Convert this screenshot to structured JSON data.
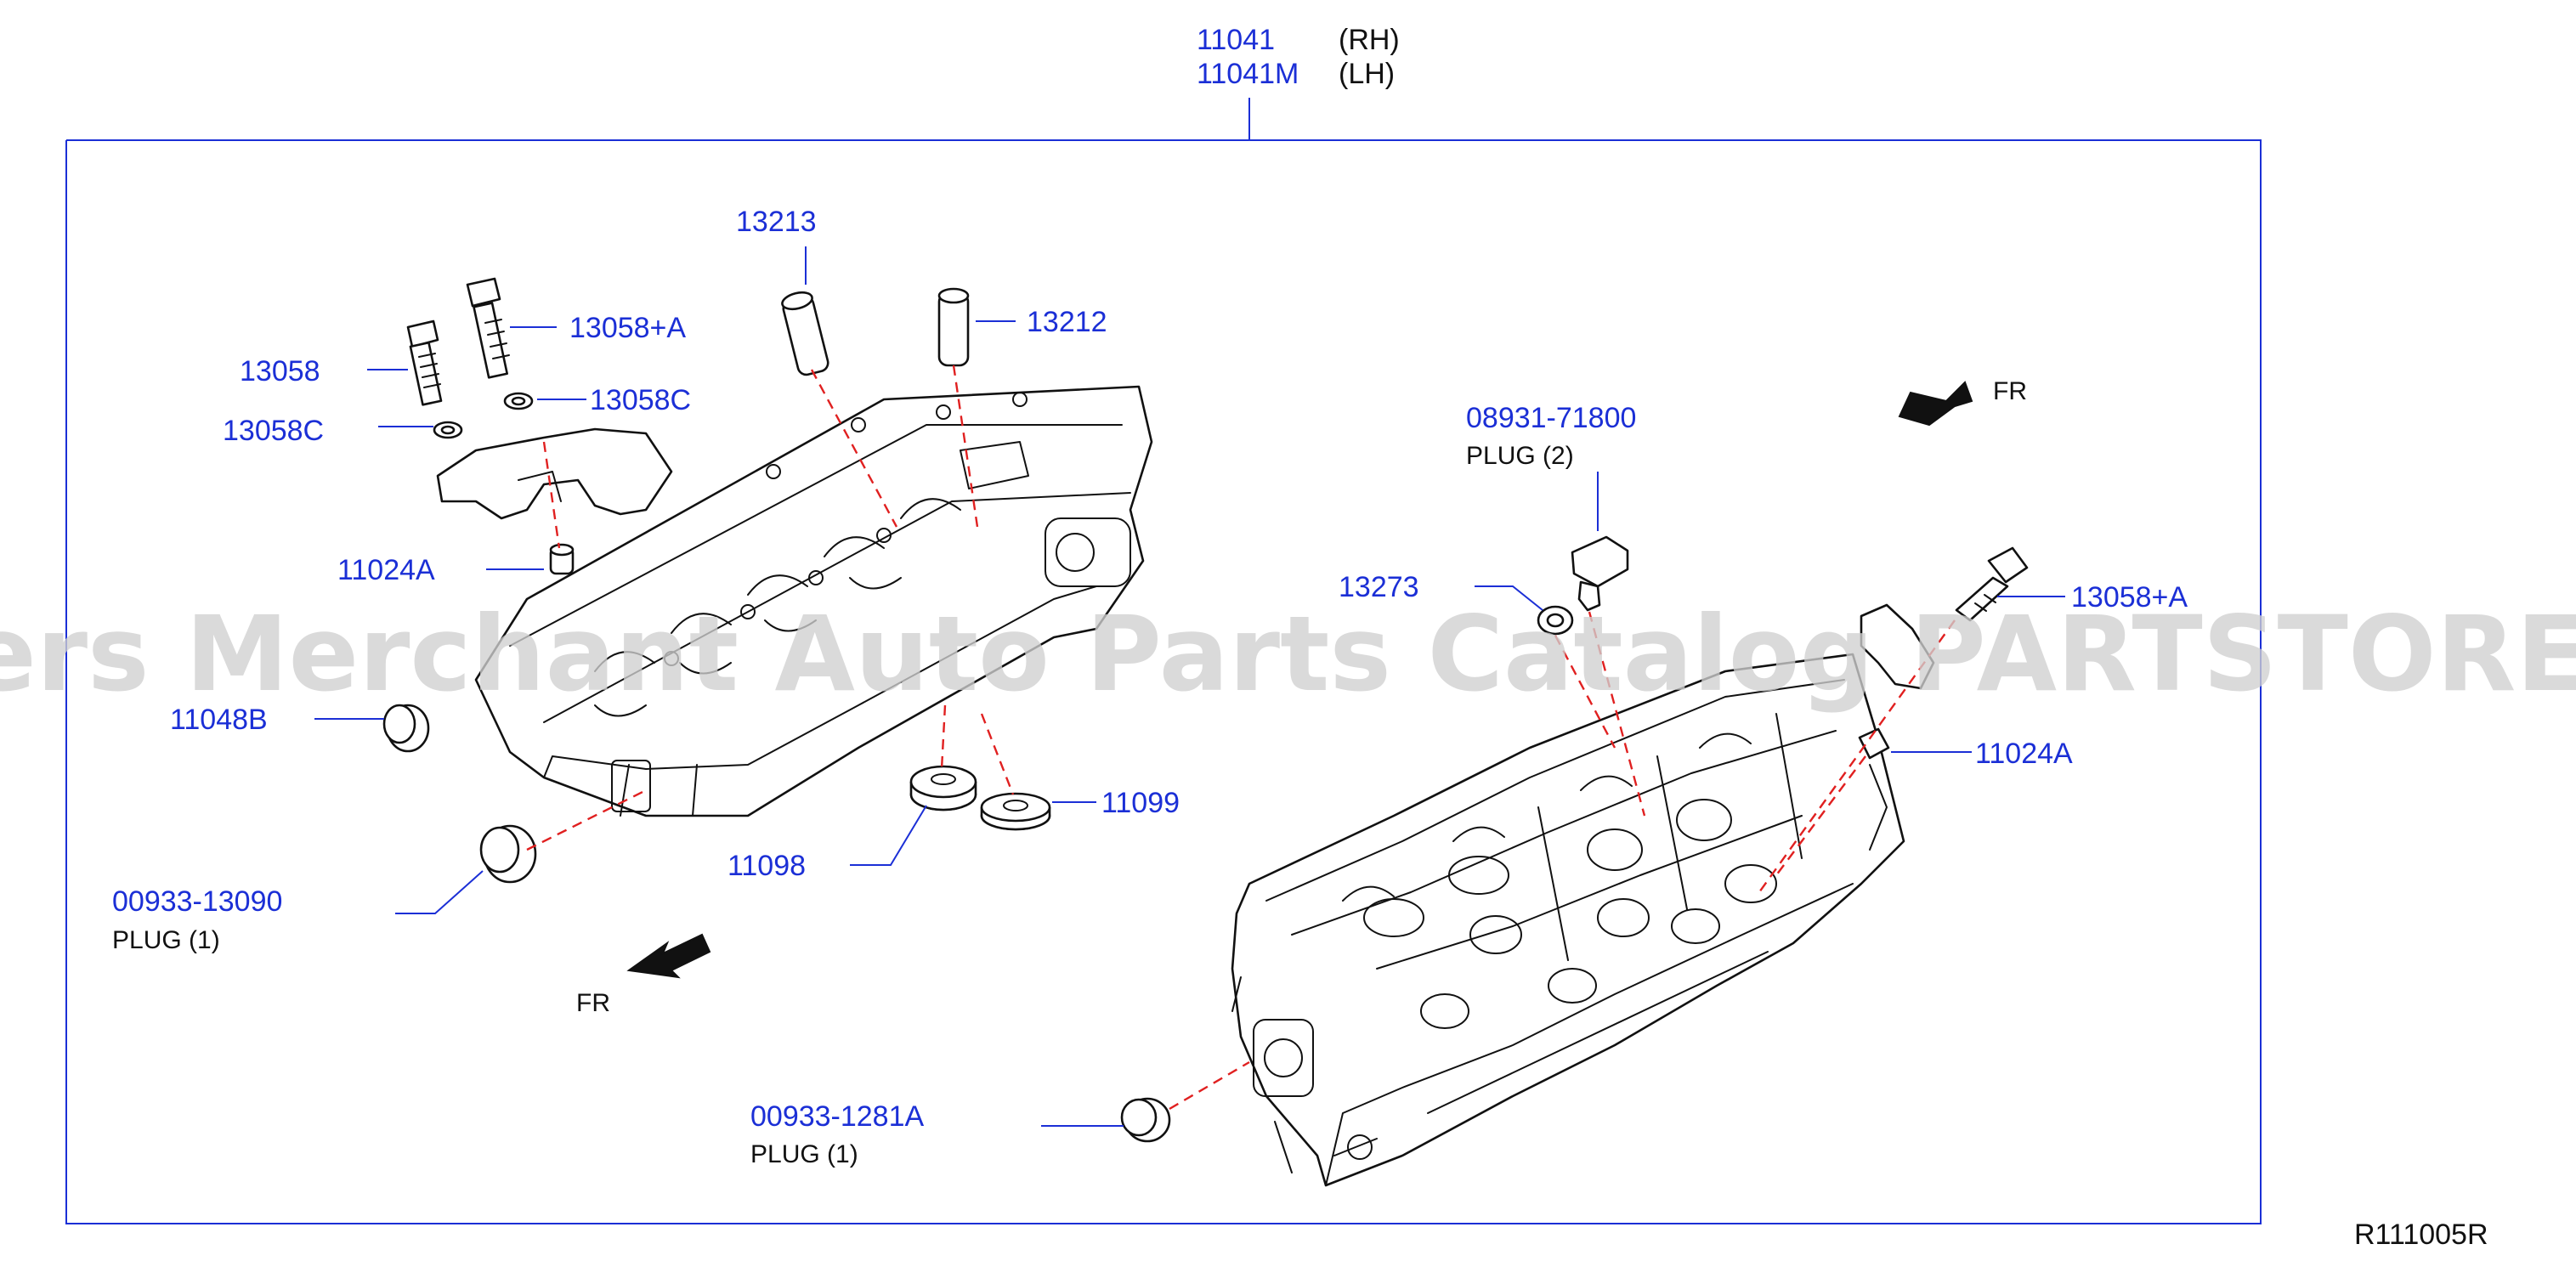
{
  "header": {
    "part_rh": "11041",
    "label_rh": "(RH)",
    "part_lh": "11041M",
    "label_lh": "(LH)"
  },
  "callouts": {
    "c13213": "13213",
    "c13212": "13212",
    "c13058A_left": "13058+A",
    "c13058": "13058",
    "c13058C_right": "13058C",
    "c13058C_left": "13058C",
    "c11024A_left": "11024A",
    "c11048B": "11048B",
    "c11099": "11099",
    "c11098": "11098",
    "c00933_13090": "00933-13090",
    "c08931_71800": "08931-71800",
    "c13273": "13273",
    "c13058A_right": "13058+A",
    "c11024A_right": "11024A",
    "c00933_1281A": "00933-1281A"
  },
  "notes": {
    "plug_1_left": "PLUG   (1)",
    "plug_2": "PLUG   (2)",
    "plug_1_bottom": "PLUG   (1)",
    "fr_left": "FR",
    "fr_right": "FR"
  },
  "watermark": "Offers Merchant Auto Parts Catalog PARTSTORE.SA",
  "diagram_code": "R111005R",
  "colors": {
    "callout": "#1b2fd6",
    "leader_frame": "#1b2fd6",
    "assembly_dash": "#e02020",
    "outline": "#111111",
    "watermark": "#cfcfcf"
  }
}
